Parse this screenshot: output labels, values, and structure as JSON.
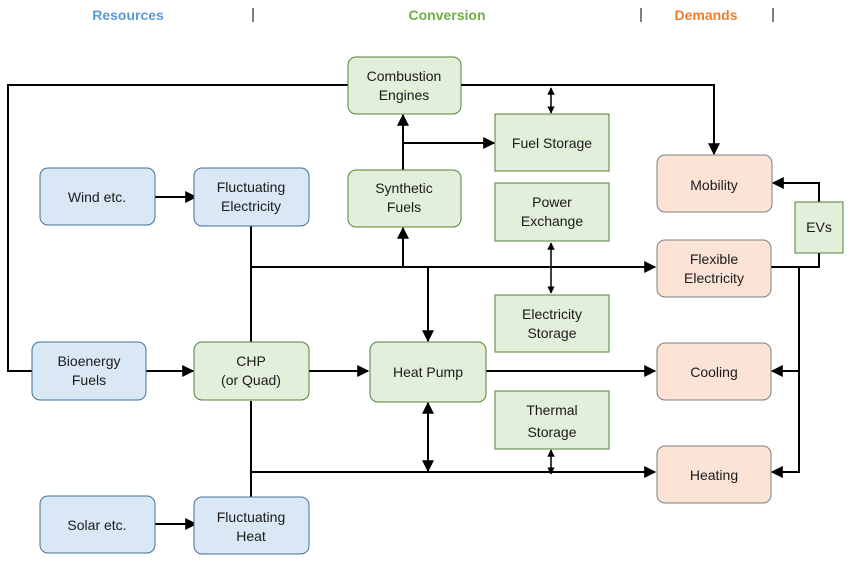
{
  "colors": {
    "resource_fill": "#dae8f5",
    "resource_stroke": "#41719c",
    "conversion_fill": "#e2efda",
    "conversion_stroke": "#548235",
    "demand_fill": "#fbe3d6",
    "demand_stroke": "#c55a11",
    "resources_header": "#5b9bd5",
    "conversion_header": "#70ad47",
    "demands_header": "#ed7d31"
  },
  "headers": {
    "resources": "Resources",
    "conversion": "Conversion",
    "demands": "Demands"
  },
  "nodes": {
    "combustion": {
      "line1": "Combustion",
      "line2": "Engines"
    },
    "fuel_storage": {
      "line1": "Fuel Storage"
    },
    "wind": {
      "line1": "Wind etc."
    },
    "fluct_elec": {
      "line1": "Fluctuating",
      "line2": "Electricity"
    },
    "synthetic": {
      "line1": "Synthetic",
      "line2": "Fuels"
    },
    "power_exchange": {
      "line1": "Power",
      "line2": "Exchange"
    },
    "mobility": {
      "line1": "Mobility"
    },
    "evs": {
      "line1": "EVs"
    },
    "flex_elec": {
      "line1": "Flexible",
      "line2": "Electricity"
    },
    "elec_storage": {
      "line1": "Electricity",
      "line2": "Storage"
    },
    "bioenergy": {
      "line1": "Bioenergy",
      "line2": "Fuels"
    },
    "chp": {
      "line1": "CHP",
      "line2": "(or Quad)"
    },
    "heat_pump": {
      "line1": "Heat Pump"
    },
    "cooling": {
      "line1": "Cooling"
    },
    "thermal_storage": {
      "line1": "Thermal",
      "line2": "Storage"
    },
    "heating": {
      "line1": "Heating"
    },
    "solar": {
      "line1": "Solar etc."
    },
    "fluct_heat": {
      "line1": "Fluctuating",
      "line2": "Heat"
    }
  }
}
